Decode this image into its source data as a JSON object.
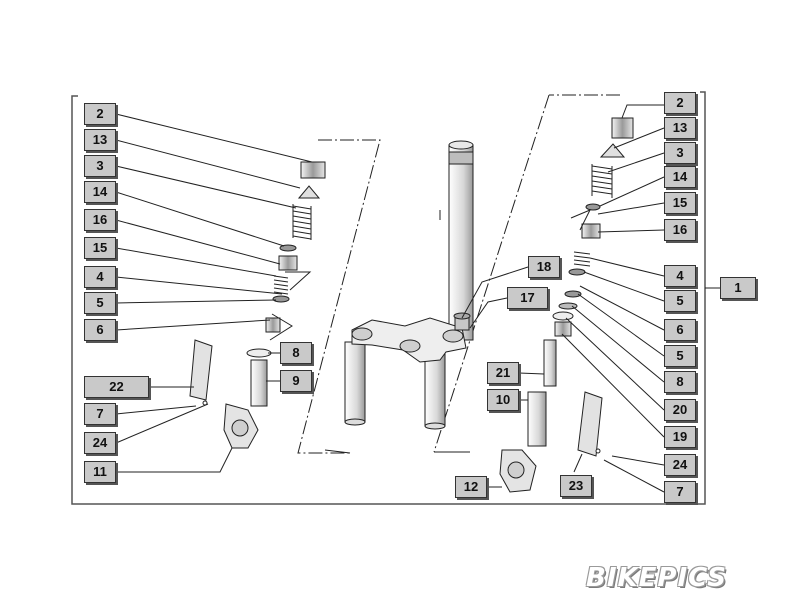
{
  "callouts": {
    "c2L": "2",
    "c13L": "13",
    "c3L": "3",
    "c14L": "14",
    "c16L": "16",
    "c15L": "15",
    "c4L": "4",
    "c5L": "5",
    "c6L": "6",
    "c8L": "8",
    "c9L": "9",
    "c22": "22",
    "c7L": "7",
    "c24L": "24",
    "c11": "11",
    "c18": "18",
    "c17": "17",
    "c21": "21",
    "c10": "10",
    "c12": "12",
    "c23": "23",
    "c2R": "2",
    "c13R": "13",
    "c3R": "3",
    "c14R": "14",
    "c15R": "15",
    "c16R": "16",
    "c4R": "4",
    "c5R": "5",
    "c6R": "6",
    "c5R2": "5",
    "c8R": "8",
    "c20": "20",
    "c19": "19",
    "c24R": "24",
    "c7R": "7",
    "c1": "1"
  },
  "watermark": {
    "text": "BIKEPICS"
  },
  "colors": {
    "line": "#1a1a1a",
    "label_fill": "#c9c9c9",
    "frame": "#555555"
  }
}
